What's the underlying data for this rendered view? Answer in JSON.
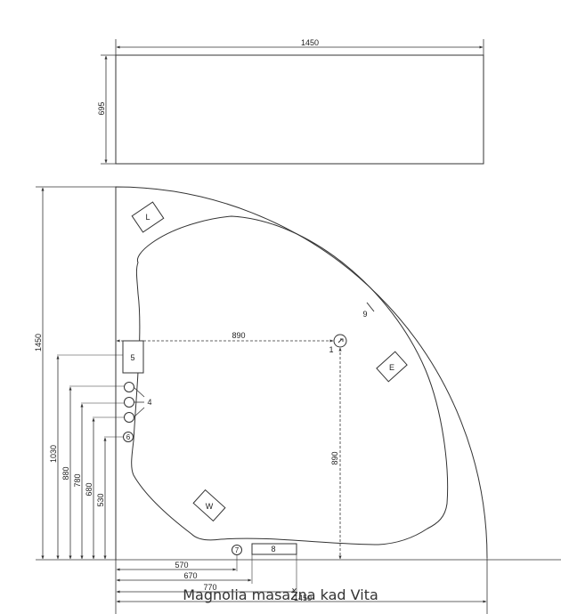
{
  "top_view": {
    "width_label": "1450",
    "height_label": "695"
  },
  "plan": {
    "height_label": "1450",
    "offset_x_label": "890",
    "offset_y_label": "890",
    "left_dims": [
      "1030",
      "880",
      "780",
      "680",
      "530"
    ],
    "bottom_dims": [
      "570",
      "670",
      "770"
    ],
    "bottom_dim_overlap": "1450"
  },
  "parts": {
    "L": "L",
    "E": "E",
    "W": "W",
    "five": "5",
    "four": "4",
    "six": "6",
    "seven": "7",
    "eight": "8",
    "nine": "9",
    "one": "1"
  },
  "caption": "Magnolia masažna kad Vita"
}
